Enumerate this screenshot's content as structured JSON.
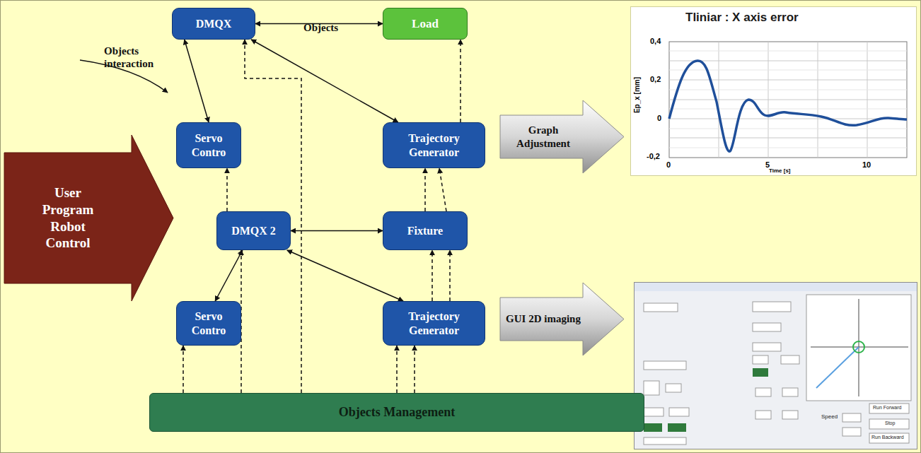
{
  "diagram": {
    "nodes": [
      {
        "text": [
          "DMQX"
        ]
      },
      {
        "text": [
          "Load"
        ]
      },
      {
        "text": [
          "Servo Contro"
        ]
      },
      {
        "text": [
          "Trajectory Generator"
        ]
      },
      {
        "text": [
          "DMQX 2"
        ]
      },
      {
        "text": [
          "Fixture"
        ]
      },
      {
        "text": [
          "Servo Contro"
        ]
      },
      {
        "text": [
          "Trajectory Generator"
        ]
      },
      {
        "text": [
          "Objects Management"
        ]
      },
      {
        "text": [
          "User Program Robot Control"
        ]
      },
      {
        "text": [
          "Graph Adjustment"
        ]
      },
      {
        "text": [
          "GUI 2D imaging"
        ]
      }
    ],
    "edges": [
      {
        "from": 0,
        "to": 1,
        "arrow": "both"
      },
      {
        "from": 0,
        "to": 2,
        "arrow": "both"
      },
      {
        "from": 0,
        "to": 3,
        "arrow": "both"
      },
      {
        "from": 4,
        "to": 2,
        "arrow": "to"
      },
      {
        "from": 4,
        "to": 5,
        "arrow": "both"
      },
      {
        "from": 4,
        "to": 6,
        "arrow": "both"
      },
      {
        "from": 4,
        "to": 7,
        "arrow": "both"
      },
      {
        "from": 5,
        "to": 3,
        "arrow": "to"
      },
      {
        "from": 8,
        "to": 6,
        "arrow": "to"
      },
      {
        "from": 8,
        "to": 4,
        "arrow": "to"
      },
      {
        "from": 8,
        "to": 0,
        "arrow": "to"
      },
      {
        "from": 8,
        "to": 7,
        "arrow": "to"
      },
      {
        "from": 8,
        "to": 7,
        "arrow": "to"
      },
      {
        "from": 7,
        "to": 5,
        "arrow": "to"
      },
      {
        "from": 7,
        "to": 5,
        "arrow": "to"
      },
      {
        "from": 5,
        "to": 3,
        "arrow": "to"
      },
      {
        "from": 3,
        "to": 1,
        "arrow": "to"
      }
    ],
    "labels": [
      "Objects",
      "Objects interaction",
      "Tliniar : X axis error",
      "0,4",
      "0,2",
      "0",
      "-0,2",
      "Ep_x [mm]",
      "0",
      "5",
      "10",
      "Time [s]",
      "Speed",
      "Run Forward",
      "Stop",
      "Run Backward"
    ]
  }
}
